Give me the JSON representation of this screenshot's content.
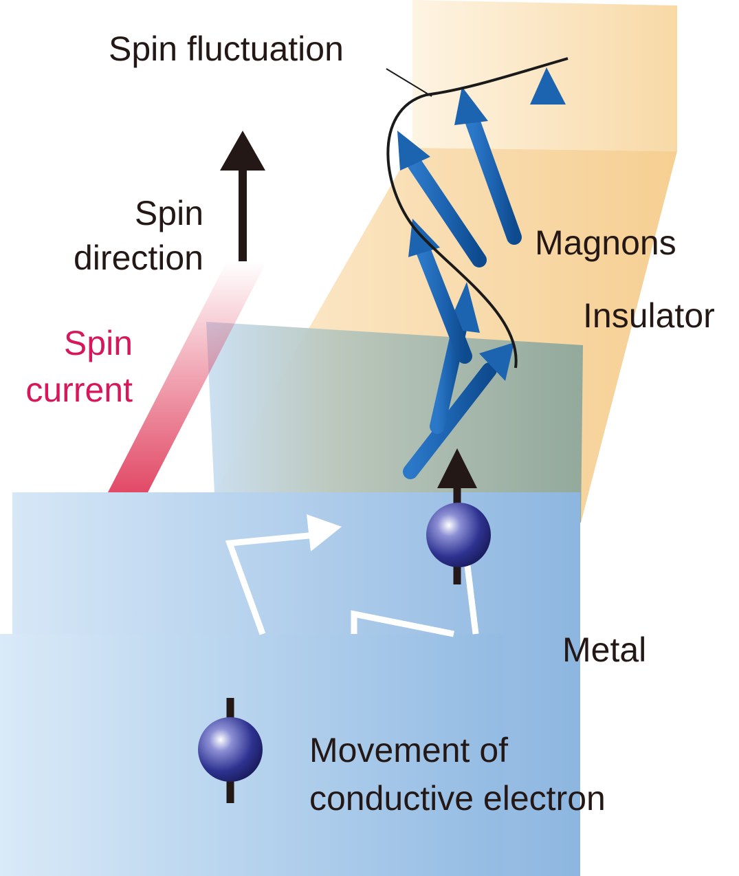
{
  "labels": {
    "spin_fluctuation": "Spin fluctuation",
    "spin_direction_line1": "Spin",
    "spin_direction_line2": "direction",
    "magnons": "Magnons",
    "insulator": "Insulator",
    "spin_current_line1": "Spin",
    "spin_current_line2": "current",
    "metal": "Metal",
    "movement_line1": "Movement of",
    "movement_line2": "conductive electron"
  },
  "colors": {
    "insulator": "#F8D6A0",
    "metal": "#A9CBEA",
    "interface": "#7F9E92",
    "magnon_arrow": "#1C63B0",
    "spin_current": "#E0405E",
    "spin_current_label": "#D6175A",
    "electron": "#2A2F8C",
    "text": "#231815"
  }
}
